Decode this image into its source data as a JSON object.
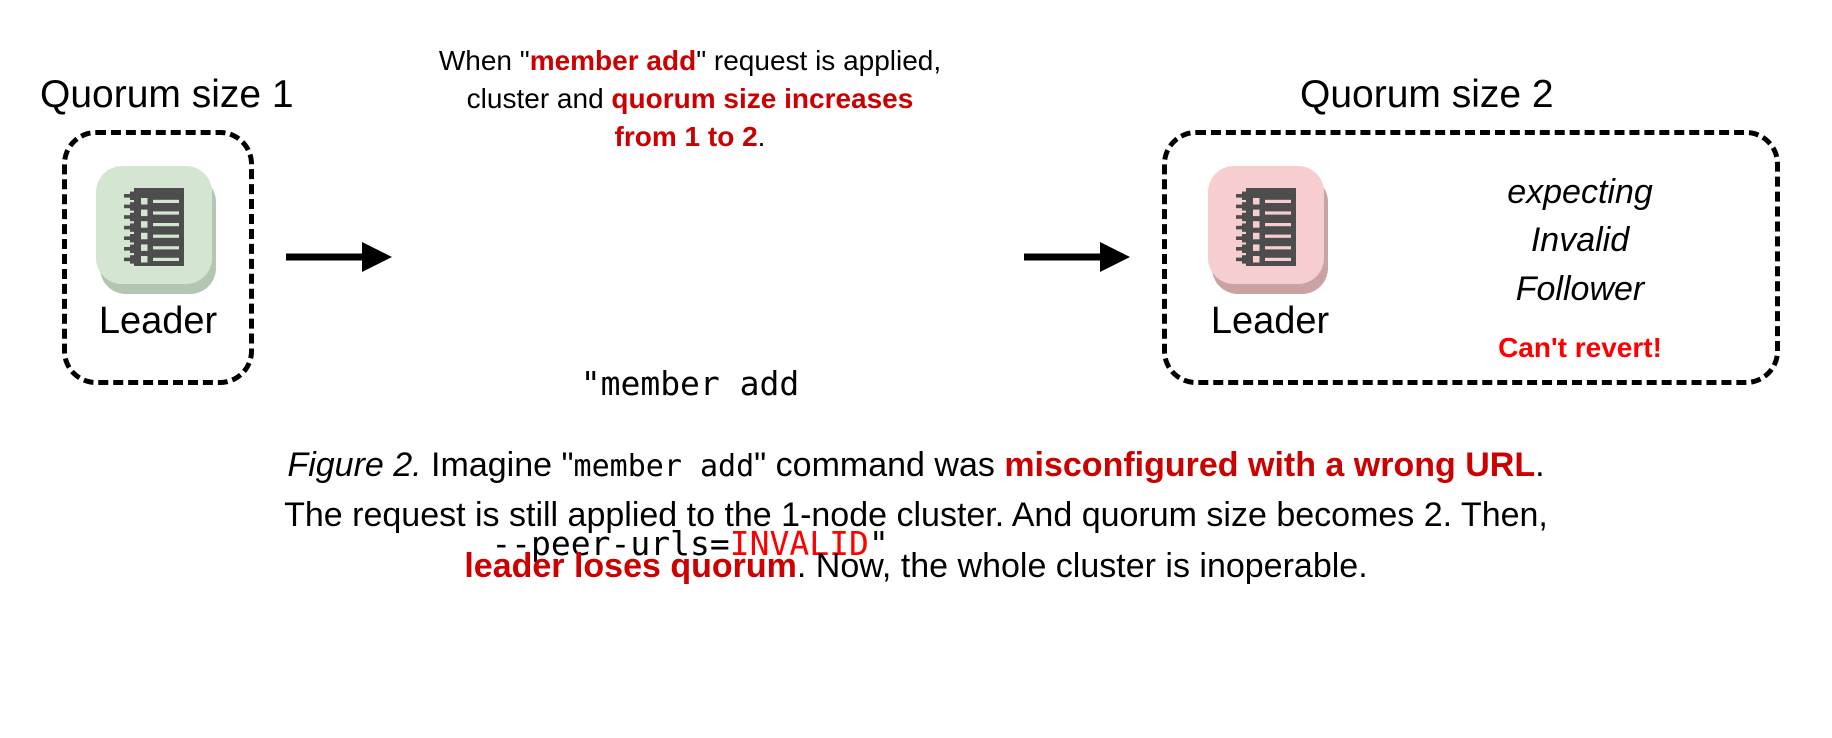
{
  "figure": {
    "colors": {
      "leader_ok_bg": "#d4e6d2",
      "leader_ok_shadow": "#b3c6b1",
      "leader_bad_bg": "#f7ced0",
      "leader_bad_shadow": "#c9a2a4",
      "icon_body": "#4d4d4d",
      "accent_dark_red": "#CC0000",
      "accent_bright_red": "#FF0000",
      "box_stroke": "#000000"
    },
    "left_cluster": {
      "quorum_label": "Quorum size 1",
      "node": {
        "label": "Leader",
        "icon": "notebook-icon",
        "state": "healthy"
      }
    },
    "right_cluster": {
      "quorum_label": "Quorum size 2",
      "node": {
        "label": "Leader",
        "icon": "notebook-icon",
        "state": "unhealthy"
      },
      "status_lines": [
        "expecting",
        "Invalid",
        "Follower"
      ],
      "alert": "Can't revert!"
    },
    "explanation": {
      "line1_pre": "When \"",
      "line1_hl": "member add",
      "line1_post": "\" request is applied,",
      "line2_pre": "cluster and ",
      "line2_hl": "quorum size increases",
      "line3_hl": "from 1 to 2",
      "line3_post": "."
    },
    "command": {
      "line1": "\"member add",
      "line2_pre": "--peer-urls=",
      "line2_invalid": "INVALID",
      "line2_post": "\""
    },
    "arrows": {
      "left_arrow": "arrow-right-icon",
      "right_arrow": "arrow-right-icon"
    },
    "caption": {
      "fig_num": "Figure 2.",
      "seg1": " Imagine \"",
      "seg2_mono": "member add",
      "seg3": "\" command was ",
      "seg4_hl": "misconfigured with a wrong URL",
      "seg5": ".",
      "line2": "The request is still applied to the 1-node cluster. And quorum size becomes 2. Then,",
      "line3_hl": "leader loses quorum",
      "line3_post": ". Now, the whole cluster is inoperable."
    }
  }
}
